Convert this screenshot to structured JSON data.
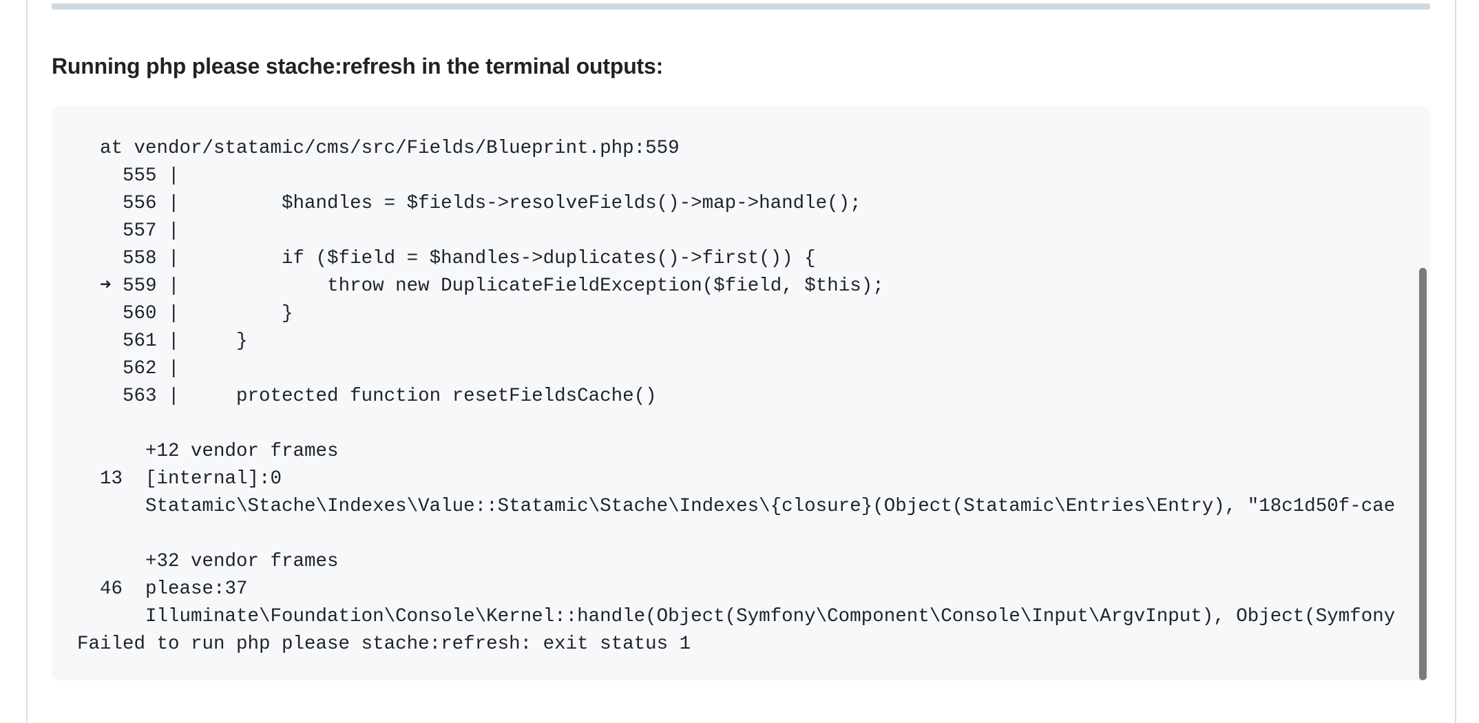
{
  "heading": "Running php please stache:refresh in the terminal outputs:",
  "code_lines": [
    "  at vendor/statamic/cms/src/Fields/Blueprint.php:559",
    "    555 |",
    "    556 |         $handles = $fields->resolveFields()->map->handle();",
    "    557 |",
    "    558 |         if ($field = $handles->duplicates()->first()) {",
    "  ➜ 559 |             throw new DuplicateFieldException($field, $this);",
    "    560 |         }",
    "    561 |     }",
    "    562 |",
    "    563 |     protected function resetFieldsCache()",
    "",
    "      +12 vendor frames",
    "  13  [internal]:0",
    "      Statamic\\Stache\\Indexes\\Value::Statamic\\Stache\\Indexes\\{closure}(Object(Statamic\\Entries\\Entry), \"18c1d50f-cae",
    "",
    "      +32 vendor frames",
    "  46  please:37",
    "      Illuminate\\Foundation\\Console\\Kernel::handle(Object(Symfony\\Component\\Console\\Input\\ArgvInput), Object(Symfony",
    "Failed to run php please stache:refresh: exit status 1"
  ]
}
